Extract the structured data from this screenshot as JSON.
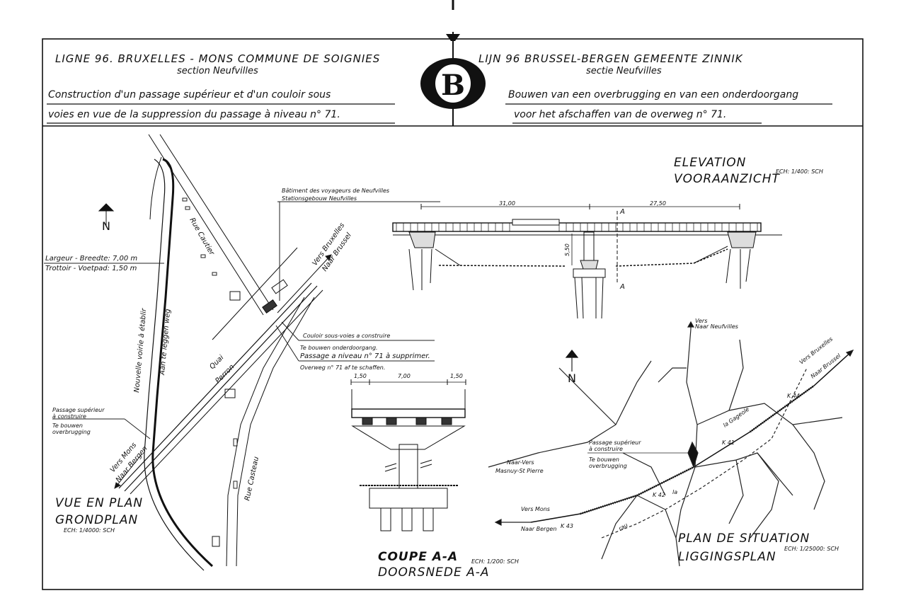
{
  "header": {
    "left_title": "LIGNE 96. BRUXELLES - MONS  COMMUNE DE SOIGNIES",
    "left_section": "section  Neufvilles",
    "left_desc_1": "Construction d'un passage supérieur et d'un couloir sous",
    "left_desc_2": "voies en vue de la suppression du passage à niveau n° 71.",
    "right_title": "LIJN 96   BRUSSEL-BERGEN      GEMEENTE     ZINNIK",
    "right_section": "sectie Neufvilles",
    "right_desc_1": "Bouwen van een overbrugging en van een onderdoorgang",
    "right_desc_2": "voor het afschaffen van de overweg  n° 71.",
    "logo_letter": "B"
  },
  "plan": {
    "north": "N",
    "title_fr": "VUE EN PLAN",
    "title_nl": "GRONDPLAN",
    "scale": "ECH: 1/4000: SCH",
    "width_note": "Largeur - Breedte: 7,00 m",
    "sidewalk_note": "Trottoir - Voetpad: 1,50 m",
    "new_road": "Nouvelle voirie à établir",
    "new_road_nl": "Aan te leggen weg",
    "rue_cautier": "Rue Cautier",
    "rue_casteau": "Rue Casteau",
    "quai": "Quai",
    "perron": "Perron",
    "to_brussels": "Vers Bruxelles",
    "to_brussels_nl": "Naar Brussel",
    "to_mons": "Vers Mons",
    "to_mons_nl": "Naar Bergen",
    "station_fr": "Bâtiment des voyageurs de Neufvilles",
    "station_nl": "Stationsgebouw  Neufvilles",
    "couloir_fr": "Couloir   sous-voies a construire",
    "couloir_nl": "Te bouwen  onderdoorgang.",
    "passage_fr": "Passage a niveau n° 71 à supprimer.",
    "passage_nl": "Overweg  n° 71 af te schaffen.",
    "overpass_fr_1": "Passage supérieur",
    "overpass_fr_2": "à construire",
    "overpass_nl_1": "Te bouwen",
    "overpass_nl_2": "overbrugging"
  },
  "elevation": {
    "title_fr": "ELEVATION",
    "title_nl": "VOORAANZICHT",
    "scale": "ECH: 1/400: SCH",
    "span_1": "31,00",
    "span_2": "27,50",
    "height": "5,50",
    "section_mark": "A"
  },
  "section": {
    "title_fr": "COUPE  A-A",
    "title_nl": "DOORSNEDE A-A",
    "scale": "ECH: 1/200: SCH",
    "dim_left": "1,50",
    "dim_mid": "7,00",
    "dim_right": "1,50"
  },
  "situation": {
    "north": "N",
    "title_fr": "PLAN DE SITUATION",
    "title_nl": "LIGGINGSPLAN",
    "scale": "ECH: 1/25000: SCH",
    "to_neufvilles_1": "Vers",
    "to_neufvilles_2": "Naar Neufvilles",
    "to_brussels": "Vers  Bruxelles",
    "to_brussels_nl": "Naar  Brussel",
    "to_masnuy_1": "Naar-Vers",
    "to_masnuy_2": "Masnuy-St Pierre",
    "to_mons_1": "Vers Mons",
    "to_mons_2": "Naar Bergen",
    "river_1": "la   Gageole",
    "river_2": "rau",
    "overpass_fr_1": "Passage  supérieur",
    "overpass_fr_2": "à construire",
    "overpass_nl_1": "Te bouwen",
    "overpass_nl_2": "overbrugging",
    "k41": "K 41",
    "k42": "K 42",
    "k43": "K 43",
    "k44": "K 44",
    "la": "la"
  }
}
